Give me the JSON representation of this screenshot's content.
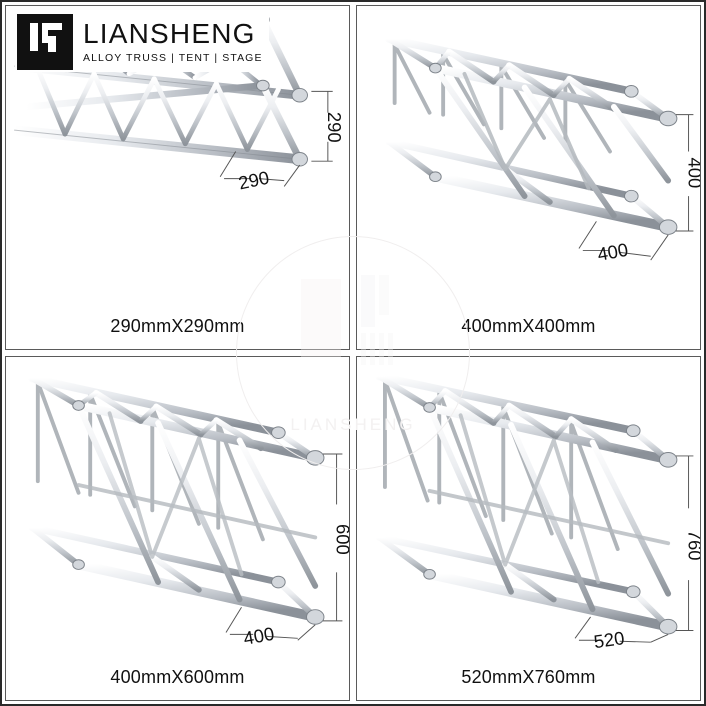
{
  "brand": {
    "logo_icon": "ls-monogram-logo",
    "name": "LIANSHENG",
    "tagline": "ALLOY TRUSS | TENT | STAGE"
  },
  "watermark": {
    "icon": "lianksheng-circular-watermark",
    "text": "LIANSHENG"
  },
  "colors": {
    "truss_light": "#f2f3f5",
    "truss_mid": "#c8cbd0",
    "truss_dark": "#9aa0a7",
    "outline": "#7d838a",
    "dimension": "#111111",
    "panel_border": "#5a5a5a",
    "sheet_border": "#2a2a2a"
  },
  "panels": [
    {
      "id": "panel-290",
      "product_icon": "square-truss-290",
      "caption": "290mmX290mm",
      "dim_width": "290",
      "dim_height": "290"
    },
    {
      "id": "panel-400",
      "product_icon": "square-truss-400",
      "caption": "400mmX400mm",
      "dim_width": "400",
      "dim_height": "400"
    },
    {
      "id": "panel-400x600",
      "product_icon": "rectangular-truss-400x600",
      "caption": "400mmX600mm",
      "dim_width": "400",
      "dim_height": "600"
    },
    {
      "id": "panel-520x760",
      "product_icon": "rectangular-truss-520x760",
      "caption": "520mmX760mm",
      "dim_width": "520",
      "dim_height": "760"
    }
  ]
}
